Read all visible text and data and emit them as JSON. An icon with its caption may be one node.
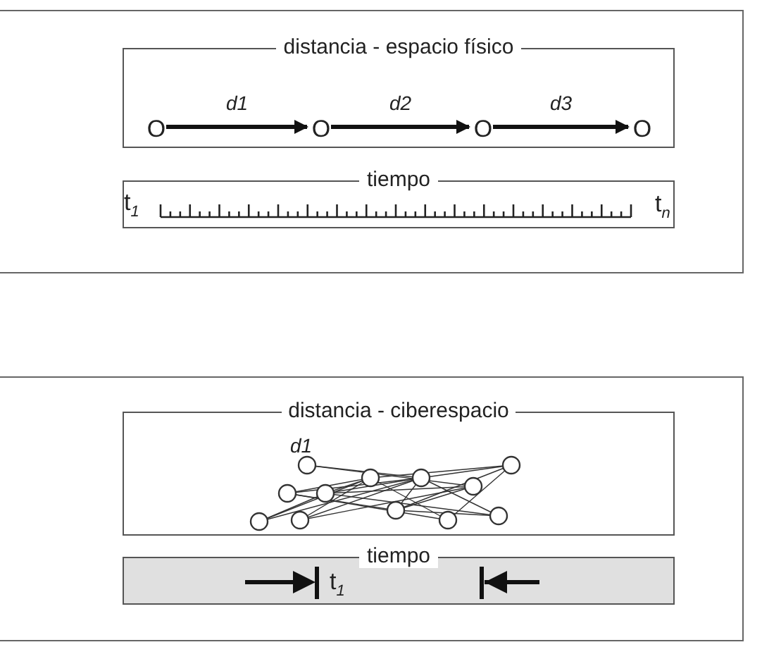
{
  "diagram": {
    "nodes": [
      {
        "text": [],
        "shape": "box"
      },
      {
        "text": [
          "distancia - espacio físico"
        ],
        "in": 0
      },
      {
        "text": [
          "O"
        ],
        "in": 1
      },
      {
        "text": [
          "O"
        ],
        "in": 1
      },
      {
        "text": [
          "O"
        ],
        "in": 1
      },
      {
        "text": [
          "O"
        ],
        "in": 1
      },
      {
        "text": [
          "tiempo"
        ],
        "in": 0
      },
      {
        "text": [],
        "shape": "box"
      },
      {
        "text": [
          "distancia - ciberespacio"
        ],
        "in": 7
      },
      {
        "text": [
          "tiempo"
        ],
        "in": 7
      }
    ],
    "edges": [
      {
        "from": 2,
        "to": 3,
        "arrow": "to",
        "label": "d1"
      },
      {
        "from": 3,
        "to": 4,
        "arrow": "to",
        "label": "d2"
      },
      {
        "from": 4,
        "to": 5,
        "arrow": "to",
        "label": "d3"
      }
    ],
    "labels": [
      "t$_{1}$",
      "t$_{n}$",
      "d1",
      "t$_{1}$"
    ]
  }
}
